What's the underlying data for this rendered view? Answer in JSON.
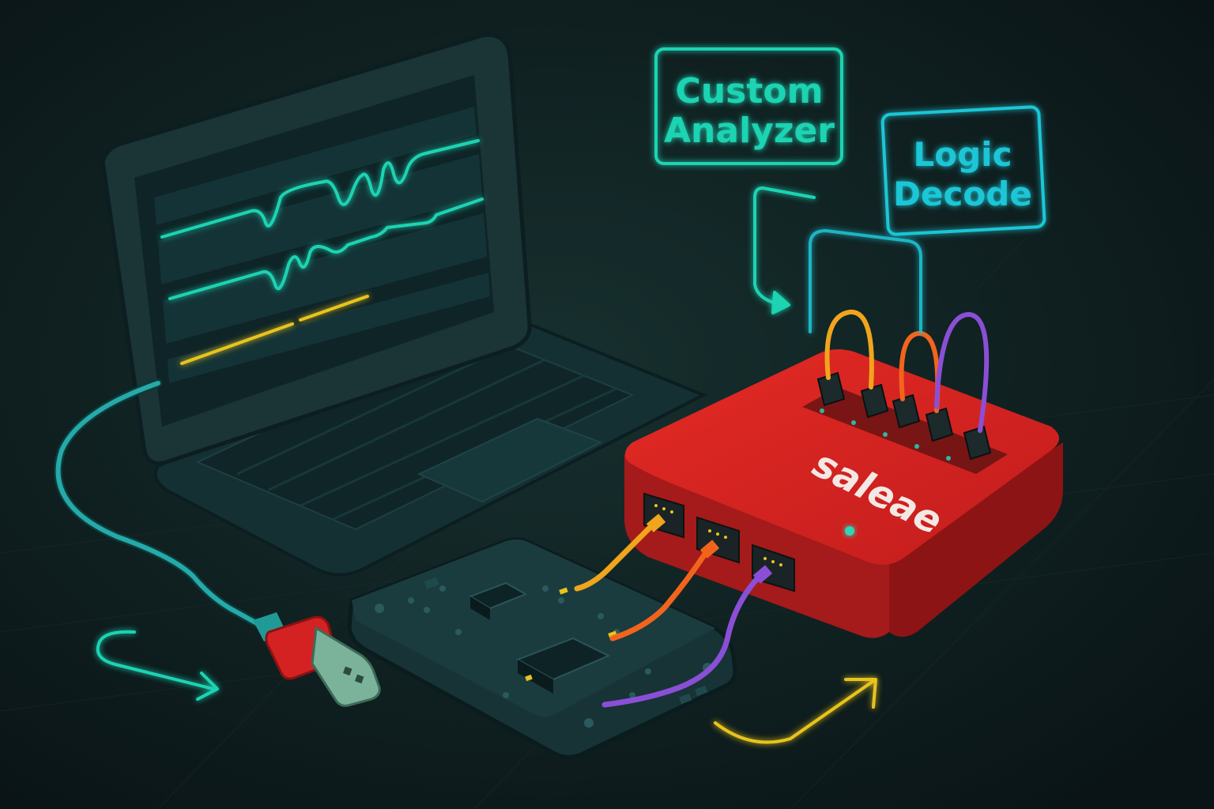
{
  "labels": {
    "custom_analyzer": {
      "line1": "Custom",
      "line2": "Analyzer"
    },
    "logic_decode": {
      "line1": "Logic",
      "line2": "Decode"
    },
    "device_brand": "saleae"
  },
  "colors": {
    "background": "#0d1a1c",
    "accent_teal": "#1ed3b2",
    "accent_cyan": "#1cc6d6",
    "trace_yellow": "#e8c41c",
    "device_red": "#d42222",
    "wire_yellow": "#f0a51c",
    "wire_orange": "#f2641c",
    "wire_purple": "#8a4fd6",
    "cable_teal": "#26a9a8"
  },
  "icons": {
    "laptop": "laptop-icon",
    "logic_analyzer": "logic-analyzer-device",
    "circuit_board": "circuit-board-icon",
    "usb": "usb-connector-icon"
  }
}
